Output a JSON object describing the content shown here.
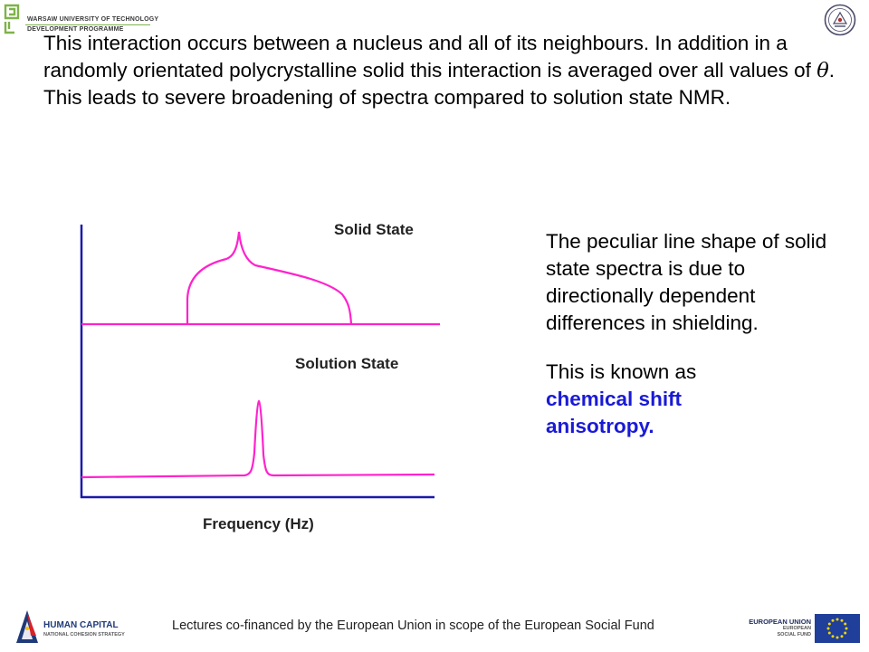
{
  "header": {
    "logo_line1": "WARSAW UNIVERSITY OF TECHNOLOGY",
    "logo_line2": "DEVELOPMENT PROGRAMME",
    "logo_color": "#7fb24a"
  },
  "intro": {
    "part1": "This interaction occurs between a nucleus and all of its neighbours. In addition in a randomly orientated polycrystalline solid this interaction is averaged  over all values of ",
    "theta": "θ",
    "part2": ". This leads to severe broadening of spectra compared to solution state NMR."
  },
  "figure": {
    "solid_label": "Solid State",
    "solution_label": "Solution State",
    "x_axis_label": "Frequency (Hz)",
    "line_color": "#ff22cc",
    "axis_color": "#1a1aa8"
  },
  "side": {
    "paragraph1": "The peculiar line shape of solid state spectra is due to directionally dependent differences in  shielding.",
    "paragraph2": "This is known as",
    "highlight1": "chemical shift",
    "highlight2": "anisotropy.",
    "highlight_color": "#1a1ad6"
  },
  "footer": {
    "text": "Lectures co-financed by the European Union in scope of the European Social Fund",
    "hc_line1": "HUMAN CAPITAL",
    "hc_line2": "NATIONAL COHESION STRATEGY",
    "eu_line1": "EUROPEAN UNION",
    "eu_line2": "EUROPEAN",
    "eu_line3": "SOCIAL FUND"
  }
}
